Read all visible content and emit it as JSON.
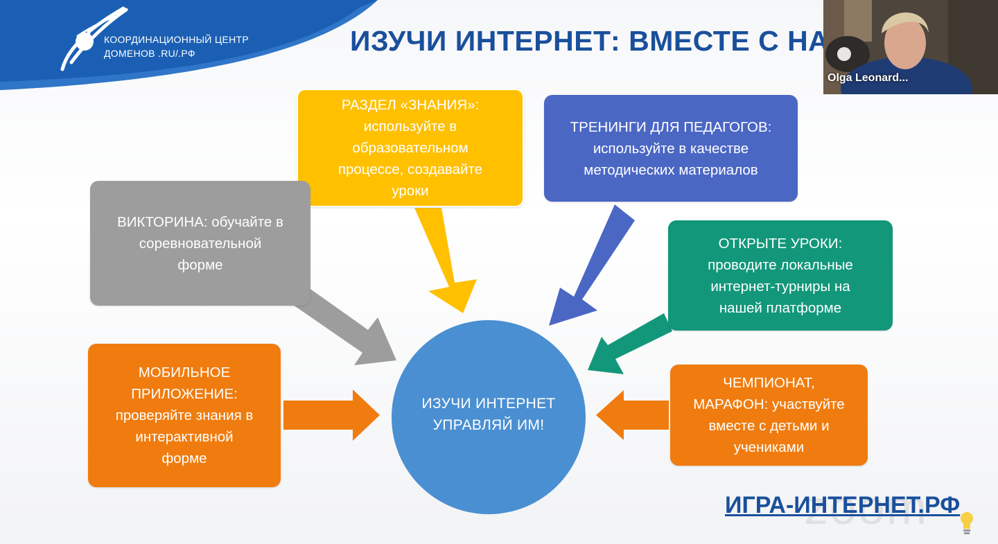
{
  "logo": {
    "line1": "КООРДИНАЦИОННЫЙ ЦЕНТР",
    "line2": "ДОМЕНОВ .RU/.РФ",
    "icon": "satellite-icon"
  },
  "title": "ИЗУЧИ ИНТЕРНЕТ: ВМЕСТЕ С НАМИ",
  "boxes": {
    "knowledge": {
      "lines": [
        "РАЗДЕЛ «ЗНАНИЯ»:",
        "используйте в",
        "образовательном",
        "процессе, создавайте",
        "уроки"
      ],
      "color": "#ffc000"
    },
    "trainings": {
      "lines": [
        "ТРЕНИНГИ ДЛЯ ПЕДАГОГОВ:",
        "используйте в качестве",
        "методических материалов"
      ],
      "color": "#4b67c4"
    },
    "quiz": {
      "lines": [
        "ВИКТОРИНА: обучайте в",
        "соревновательной",
        "форме"
      ],
      "color": "#9d9d9d"
    },
    "open_lessons": {
      "lines": [
        "ОТКРЫТЕ УРОКИ:",
        "проводите локальные",
        "интернет-турниры на",
        "нашей платформе"
      ],
      "color": "#12977a"
    },
    "mobile_app": {
      "lines": [
        "МОБИЛЬНОЕ",
        "ПРИЛОЖЕНИЕ:",
        "проверяйте знания в",
        "интерактивной",
        "форме"
      ],
      "color": "#f07c0f"
    },
    "championship": {
      "lines": [
        "ЧЕМПИОНАТ,",
        "МАРАФОН: участвуйте",
        "вместе с детьми и",
        "учениками"
      ],
      "color": "#f07c0f"
    }
  },
  "center": {
    "line1": "ИЗУЧИ ИНТЕРНЕТ",
    "line2": "УПРАВЛЯЙ ИМ!",
    "color": "#4a8fd1"
  },
  "site_link": "ИГРА-ИНТЕРНЕТ.РФ",
  "watermark": "zoom",
  "video": {
    "participant_name": "Olga Leonard..."
  },
  "colors": {
    "title": "#1a4f9c",
    "logo_band": "#1a5fb4"
  }
}
